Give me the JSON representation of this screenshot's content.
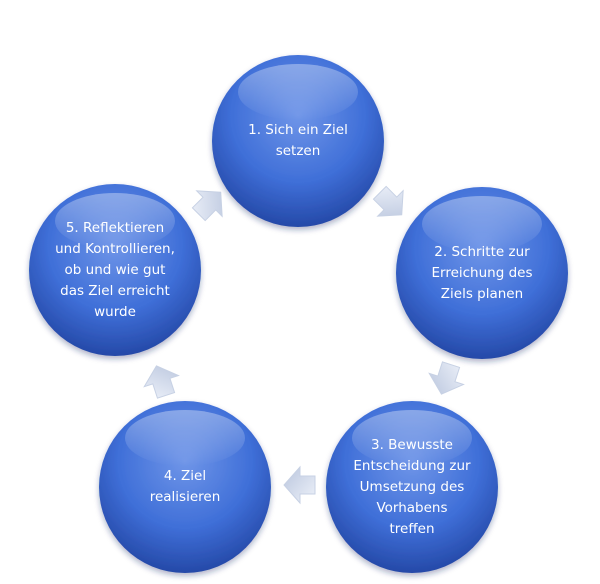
{
  "steps": [
    {
      "label": "1. Sich ein Ziel\nsetzen"
    },
    {
      "label": "2. Schritte zur\nErreichung des\nZiels planen"
    },
    {
      "label": "3. Bewusste\nEntscheidung zur\nUmsetzung des\nVorhabens\ntreffen"
    },
    {
      "label": "4. Ziel\nrealisieren"
    },
    {
      "label": "5. Reflektieren\nund Kontrollieren,\nob und wie gut\ndas Ziel erreicht\nwurde"
    }
  ],
  "colors": {
    "circle_light": "#6f95e8",
    "circle_main": "#3f6fd8",
    "circle_dark": "#2549a8",
    "arrow_light": "#eef2fa",
    "arrow_dark": "#b9c5dd"
  }
}
